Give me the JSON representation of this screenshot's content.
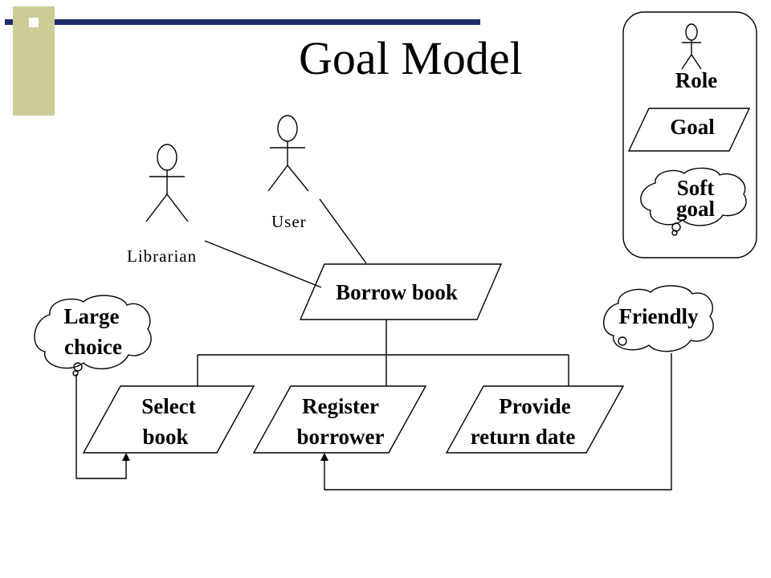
{
  "title": "Goal Model",
  "colors": {
    "accent_navy": "#1f2d6b",
    "accent_tan": "#cccc99",
    "line": "#000000",
    "background": "#ffffff"
  },
  "legend": {
    "role_label": "Role",
    "goal_label": "Goal",
    "softgoal_line1": "Soft",
    "softgoal_line2": "goal"
  },
  "actors": {
    "librarian": "Librarian",
    "user": "User"
  },
  "goals": {
    "borrow_book": "Borrow book",
    "select_book_line1": "Select",
    "select_book_line2": "book",
    "register_line1": "Register",
    "register_line2": "borrower",
    "provide_line1": "Provide",
    "provide_line2": "return date"
  },
  "softgoals": {
    "large_choice_line1": "Large",
    "large_choice_line2": "choice",
    "friendly": "Friendly"
  }
}
